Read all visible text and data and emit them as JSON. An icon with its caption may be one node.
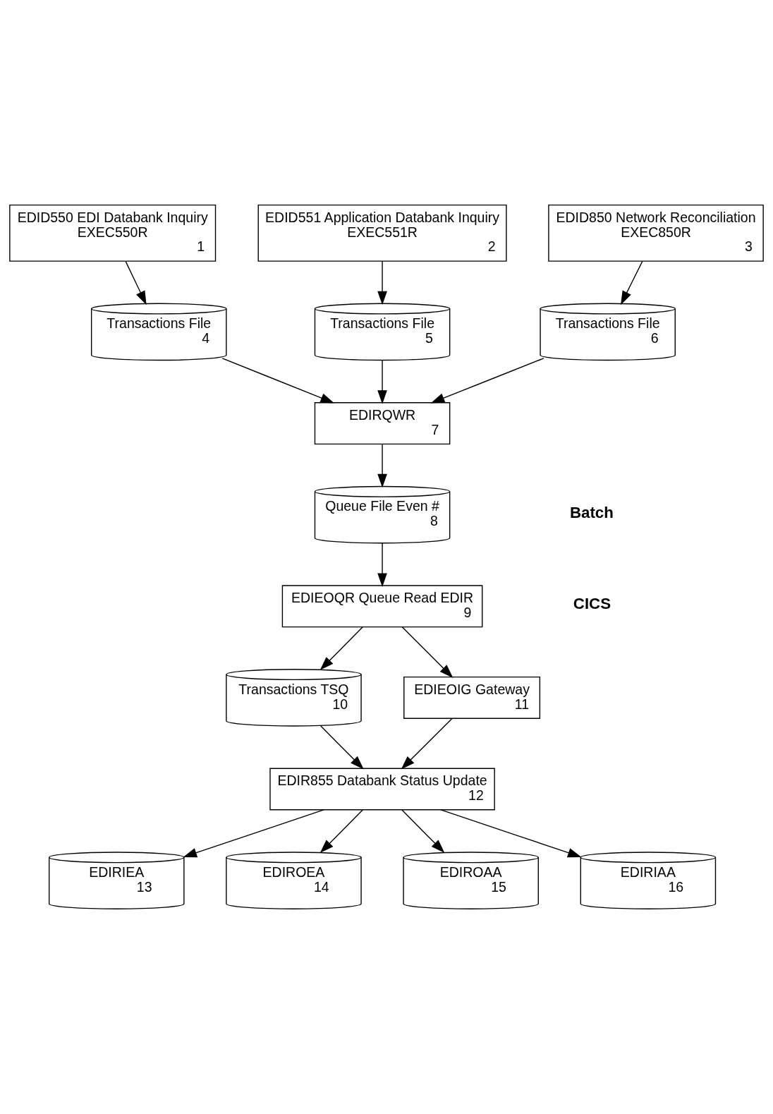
{
  "diagram": {
    "nodes": [
      {
        "text": [
          "EDID550 EDI Databank Inquiry",
          "EXEC550R",
          "1"
        ]
      },
      {
        "text": [
          "EDID551 Application Databank Inquiry",
          "EXEC551R",
          "2"
        ]
      },
      {
        "text": [
          "EDID850 Network Reconciliation",
          "EXEC850R",
          "3"
        ]
      },
      {
        "text": [
          "Transactions File",
          "4"
        ]
      },
      {
        "text": [
          "Transactions File",
          "5"
        ]
      },
      {
        "text": [
          "Transactions File",
          "6"
        ]
      },
      {
        "text": [
          "EDIRQWR",
          "7"
        ]
      },
      {
        "text": [
          "Queue File Even #",
          "8"
        ]
      },
      {
        "text": [
          "EDIEOQR Queue Read EDIR",
          "9"
        ]
      },
      {
        "text": [
          "Transactions TSQ",
          "10"
        ]
      },
      {
        "text": [
          "EDIEOIG Gateway",
          "11"
        ]
      },
      {
        "text": [
          "EDIR855 Databank Status Update",
          "12"
        ]
      },
      {
        "text": [
          "EDIRIEA",
          "13"
        ]
      },
      {
        "text": [
          "EDIROEA",
          "14"
        ]
      },
      {
        "text": [
          "EDIROAA",
          "15"
        ]
      },
      {
        "text": [
          "EDIRIAA",
          "16"
        ]
      }
    ],
    "edges": [
      {
        "from": 0,
        "to": 3,
        "arrow": "to"
      },
      {
        "from": 1,
        "to": 4,
        "arrow": "to"
      },
      {
        "from": 2,
        "to": 5,
        "arrow": "to"
      },
      {
        "from": 3,
        "to": 6,
        "arrow": "to"
      },
      {
        "from": 4,
        "to": 6,
        "arrow": "to"
      },
      {
        "from": 5,
        "to": 6,
        "arrow": "to"
      },
      {
        "from": 6,
        "to": 7,
        "arrow": "to"
      },
      {
        "from": 7,
        "to": 8,
        "arrow": "to"
      },
      {
        "from": 8,
        "to": 9,
        "arrow": "to"
      },
      {
        "from": 8,
        "to": 10,
        "arrow": "to"
      },
      {
        "from": 9,
        "to": 11,
        "arrow": "to"
      },
      {
        "from": 10,
        "to": 11,
        "arrow": "to"
      },
      {
        "from": 11,
        "to": 12,
        "arrow": "to"
      },
      {
        "from": 11,
        "to": 13,
        "arrow": "to"
      },
      {
        "from": 11,
        "to": 14,
        "arrow": "to"
      },
      {
        "from": 11,
        "to": 15,
        "arrow": "to"
      }
    ],
    "labels": [
      "Batch",
      "CICS"
    ]
  }
}
